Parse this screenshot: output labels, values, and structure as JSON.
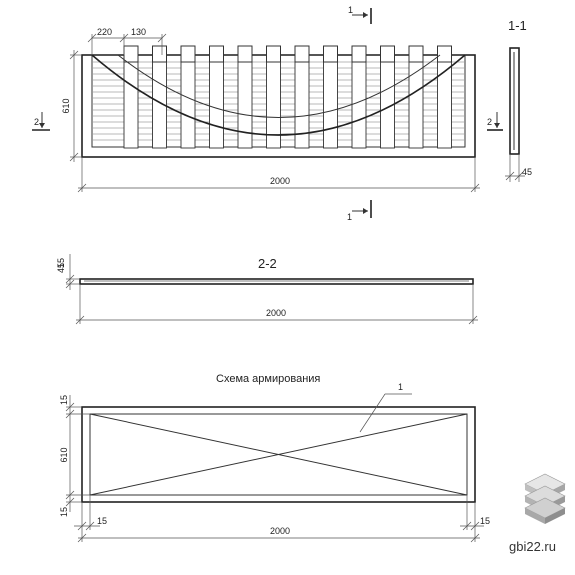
{
  "top_view": {
    "dim_width": "2000",
    "dim_height": "610",
    "dim_220": "220",
    "dim_130": "130",
    "section_label": "1-1",
    "cut_label_1": "1",
    "cut_label_2": "2",
    "dim_thickness": "45"
  },
  "section_2_2": {
    "label": "2-2",
    "dim_45": "45",
    "dim_15": "15",
    "dim_width": "2000"
  },
  "reinforcement": {
    "title": "Схема армирования",
    "callout": "1",
    "dim_height": "610",
    "dim_15_top": "15",
    "dim_15_bottom": "15",
    "dim_15_left": "15",
    "dim_15_right": "15",
    "dim_width": "2000"
  },
  "brand": {
    "site": "gbi22.ru",
    "logo": "stacked-slabs-icon"
  }
}
